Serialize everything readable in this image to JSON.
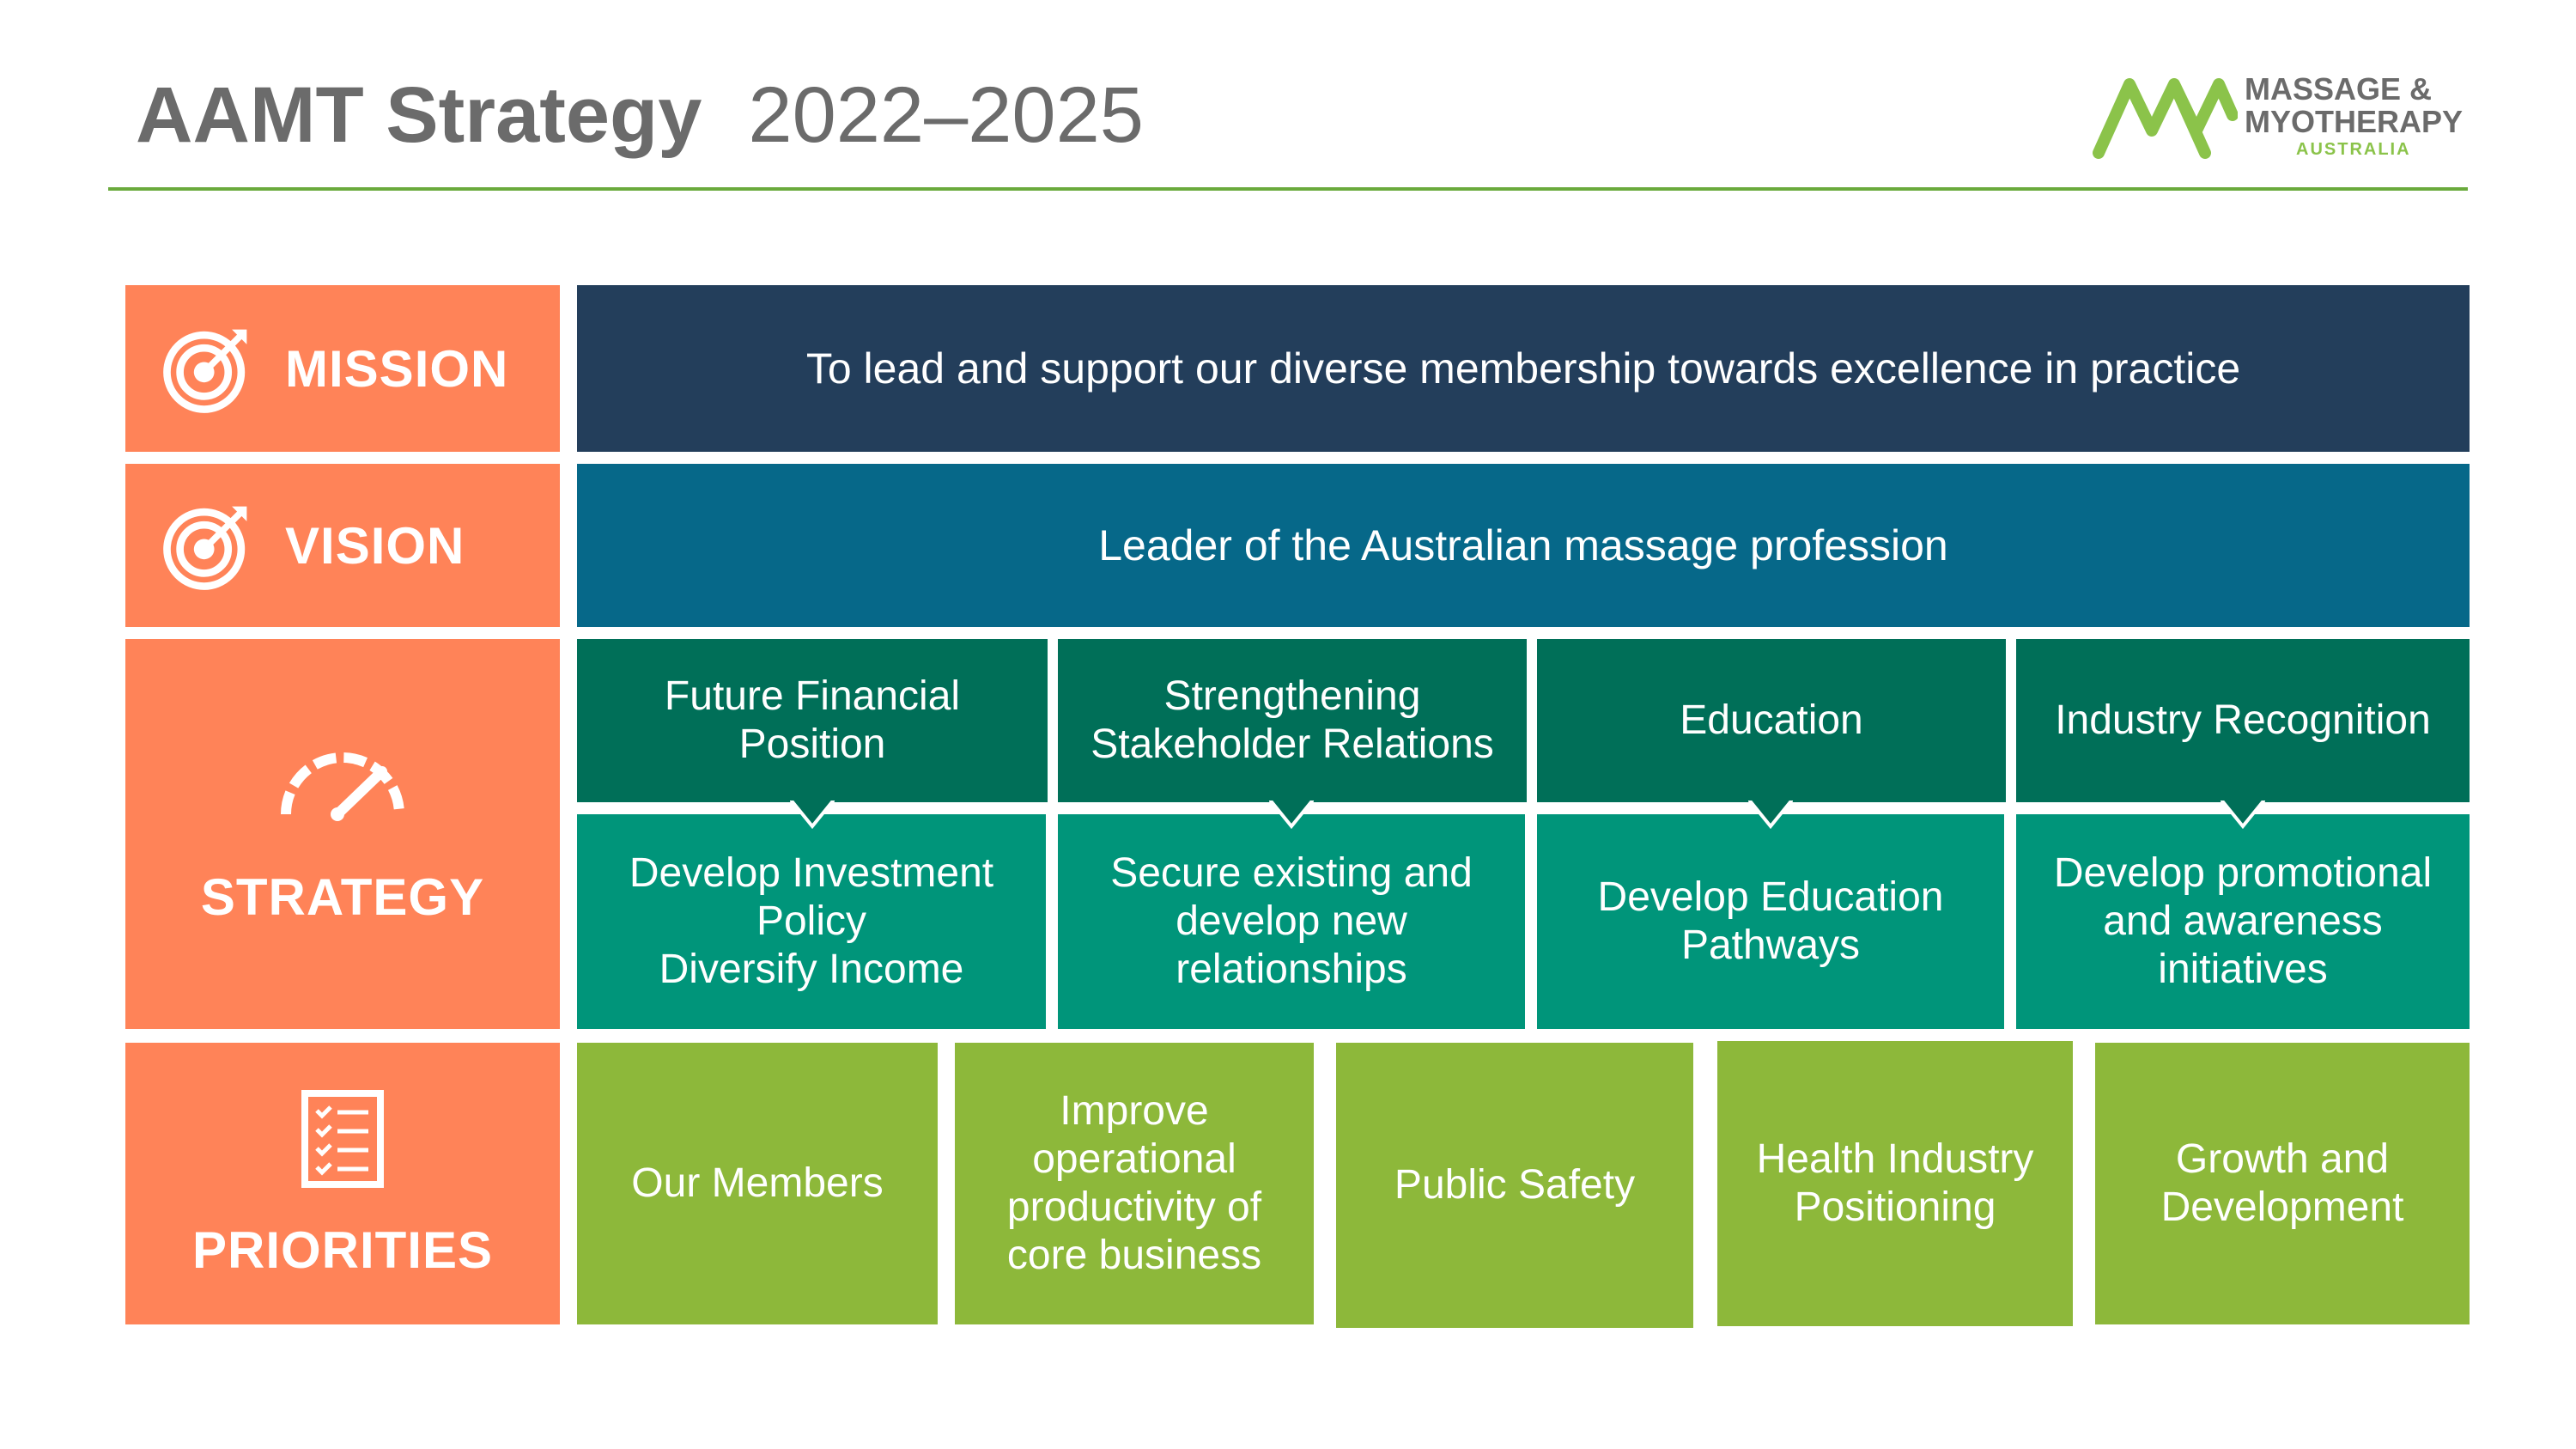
{
  "header": {
    "title": "AAMT Strategy",
    "years": "2022–2025"
  },
  "logo": {
    "line1": "MASSAGE &",
    "line2": "MYOTHERAPY",
    "line3": "AUSTRALIA",
    "icon": "mountain-m-logo-icon"
  },
  "colors": {
    "label_bg": "#ff8358",
    "mission_bg": "#233e5b",
    "vision_bg": "#066889",
    "objective_bg": "#006f58",
    "initiative_bg": "#00957a",
    "priority_bg": "#8db83a",
    "rule": "#6aaa3c"
  },
  "rows": {
    "mission": {
      "label": "MISSION",
      "icon": "target-icon",
      "text": "To lead and support our diverse membership towards excellence in practice"
    },
    "vision": {
      "label": "VISION",
      "icon": "target-icon",
      "text": "Leader of the Australian massage profession"
    },
    "strategy": {
      "label": "STRATEGY",
      "icon": "speedometer-icon"
    },
    "priorities": {
      "label": "PRIORITIES",
      "icon": "checklist-icon"
    }
  },
  "strategy": {
    "objectives": [
      "Future Financial Position",
      "Strengthening Stakeholder Relations",
      "Education",
      "Industry Recognition"
    ],
    "initiatives": [
      [
        "Develop Investment Policy",
        "Diversify Income"
      ],
      [
        "Secure existing and develop new relationships"
      ],
      [
        "Develop Education Pathways"
      ],
      [
        "Develop promotional and awareness initiatives"
      ]
    ]
  },
  "priorities": [
    "Our Members",
    "Improve operational productivity of core business",
    "Public Safety",
    "Health Industry Positioning",
    "Growth and Development"
  ]
}
